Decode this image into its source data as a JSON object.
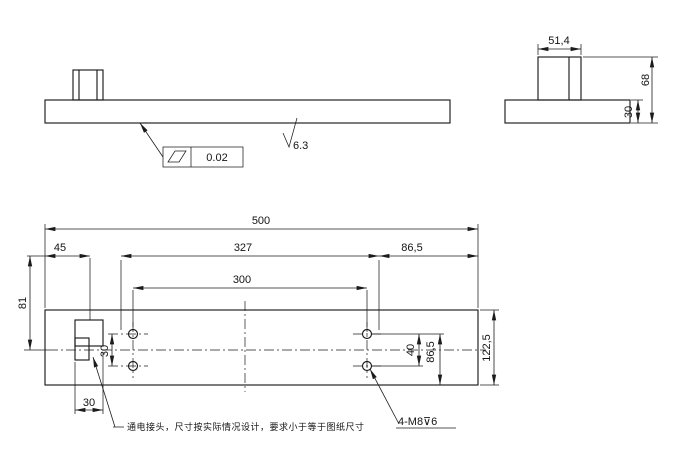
{
  "colors": {
    "line": "#1c1c1c",
    "background": "#ffffff"
  },
  "side_view": {
    "flatness_value": "0.02",
    "roughness_value": "6.3"
  },
  "end_view": {
    "boss_width": "51,4",
    "overall_height": "68",
    "plate_thickness": "30"
  },
  "plan_view": {
    "overall_length": "500",
    "span_327": "327",
    "offset_45": "45",
    "offset_86_5_top": "86,5",
    "hole_span_300": "300",
    "offset_81": "81",
    "overall_width_122_5": "122,5",
    "offset_86_5_side": "86,5",
    "hole_span_40": "40",
    "hole_offset_30": "30",
    "connector_width_30": "30",
    "thread_callout": "4-M8⊽6",
    "connector_note": "通电接头，尺寸按实际情况设计，要求小于等于图纸尺寸"
  }
}
